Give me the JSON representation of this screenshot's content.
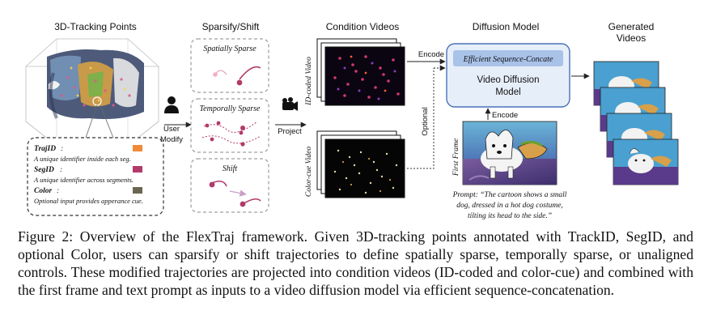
{
  "figure": {
    "headings": {
      "tracking": "3D-Tracking Points",
      "sparsify": "Sparsify/Shift",
      "condition": "Condition Videos",
      "diffusion": "Diffusion Model",
      "generated_line1": "Generated",
      "generated_line2": "Videos"
    },
    "legend": {
      "trajid_label": "TrajID",
      "trajid_desc": "A unique identifier inside each seg.",
      "segid_label": "SegID",
      "segid_desc": "A unique identifier across segments.",
      "color_label": "Color",
      "color_desc": "Optional input provides apperance cue.",
      "colors": {
        "trajid": "#f0893a",
        "segid": "#b23a6a",
        "color": "#6b6650"
      }
    },
    "sparsify_panels": {
      "spatial": "Spatially Sparse",
      "temporal": "Temporally  Sparse",
      "shift": "Shift"
    },
    "labels": {
      "user": "User",
      "modify": "Modify",
      "project": "Project",
      "encode_top": "Encode",
      "encode_bottom": "Encode",
      "optional": "Optional",
      "id_coded": "ID-coded Video",
      "color_cue": "Color-cue Video",
      "first_frame": "First Frame"
    },
    "diffusion_box": {
      "tag": "Efficient Sequence-Concate",
      "title_line1": "Video Diffusion",
      "title_line2": "Model"
    },
    "prompt": {
      "line1": "Prompt: “The cartoon shows a small",
      "line2": "dog, dressed in a hot dog costume,",
      "line3": "tilting its head to the side.”"
    },
    "icons": [
      "person-icon",
      "camera-icon"
    ]
  },
  "caption": {
    "label": "Figure 2:",
    "text": "Overview of the FlexTraj framework. Given 3D-tracking points annotated with TrackID, SegID, and optional Color, users can sparsify or shift trajectories to define spatially sparse, temporally sparse, or unaligned controls. These modified trajectories are projected into condition videos (ID-coded and color-cue) and combined with the first frame and text prompt as inputs to a video diffusion model via efficient sequence-concatenation."
  }
}
